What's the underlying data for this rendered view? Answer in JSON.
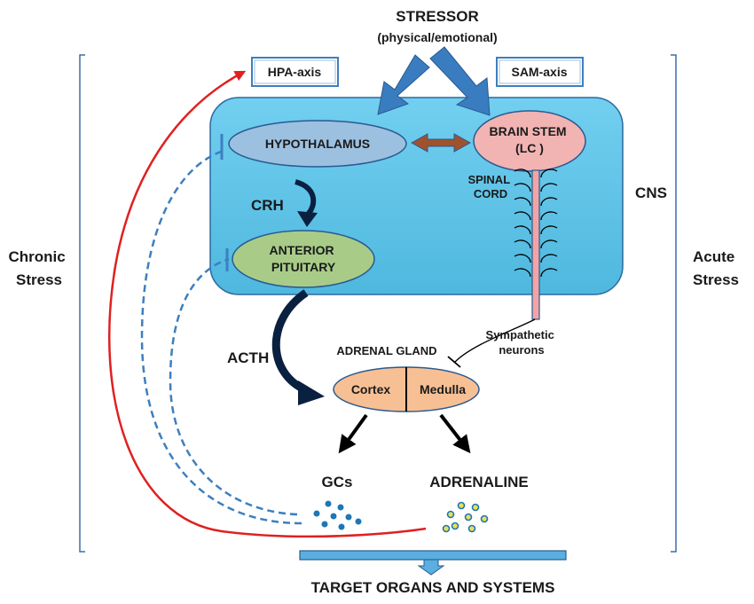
{
  "stressor": {
    "title": "STRESSOR",
    "subtitle": "(physical/emotional)"
  },
  "axes": {
    "hpa": "HPA-axis",
    "sam": "SAM-axis"
  },
  "side_labels": {
    "chronic": [
      "Chronic",
      "Stress"
    ],
    "acute": [
      "Acute",
      "Stress"
    ],
    "cns": "CNS"
  },
  "nodes": {
    "hypothalamus": "HYPOTHALAMUS",
    "brain_stem": [
      "BRAIN STEM",
      "(LC )"
    ],
    "anterior_pituitary": [
      "ANTERIOR",
      "PITUITARY"
    ],
    "spinal_cord": [
      "SPINAL",
      "CORD"
    ],
    "adrenal_gland": "ADRENAL GLAND",
    "cortex": "Cortex",
    "medulla": "Medulla",
    "sympathetic": [
      "Sympathetic",
      "neurons"
    ]
  },
  "hormones": {
    "crh": "CRH",
    "acth": "ACTH",
    "gcs": "GCs",
    "adrenaline": "ADRENALINE"
  },
  "target": "TARGET ORGANS AND SYSTEMS",
  "colors": {
    "cns_fill": "#5cc4e6",
    "arrow_blue": "#3a7cc0",
    "hypothalamus_fill": "#9cc0e0",
    "brainstem_fill": "#f2b3b3",
    "pituitary_fill": "#a8cc88",
    "adrenal_fill": "#f7bf94",
    "feedback_dash": "#3d7fbf",
    "red_line": "#e02020",
    "gc_dots": "#1e77b4",
    "adrenaline_dots": "#e8e05a"
  }
}
